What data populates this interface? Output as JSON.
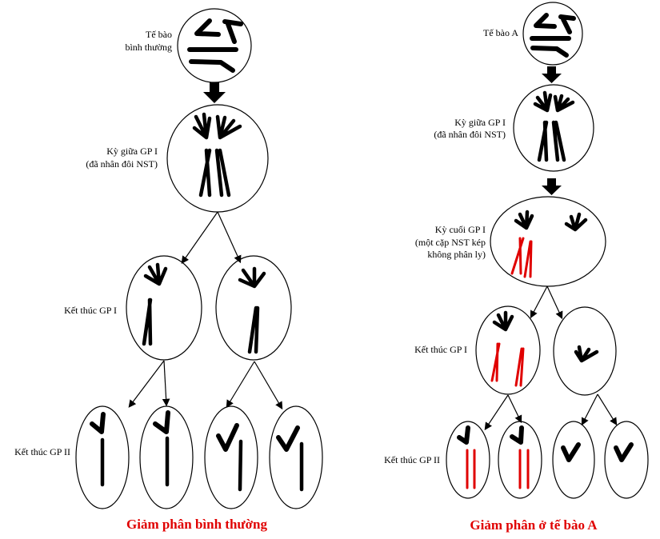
{
  "normal": {
    "title": "Giảm phân bình thường",
    "stage0": [
      "Tế bào",
      "bình thường"
    ],
    "stage1": [
      "Kỳ giữa GP I",
      "(đã nhân đôi NST)"
    ],
    "stage2": "Kết thúc GP I",
    "stage3": "Kết thúc GP II"
  },
  "cellA": {
    "title": "Giảm phân ở tế bào A",
    "stage0": "Tế bào A",
    "stage1": [
      "Kỳ giữa GP I",
      "(đã nhân đôi NST)"
    ],
    "stage2": [
      "Kỳ cuối GP I",
      "(một cặp NST kép",
      "không phân ly)"
    ],
    "stage3": "Kết thúc GP I",
    "stage4": "Kết thúc GP II"
  },
  "colors": {
    "nondisjunction": "#e00000",
    "title": "#e00000"
  }
}
